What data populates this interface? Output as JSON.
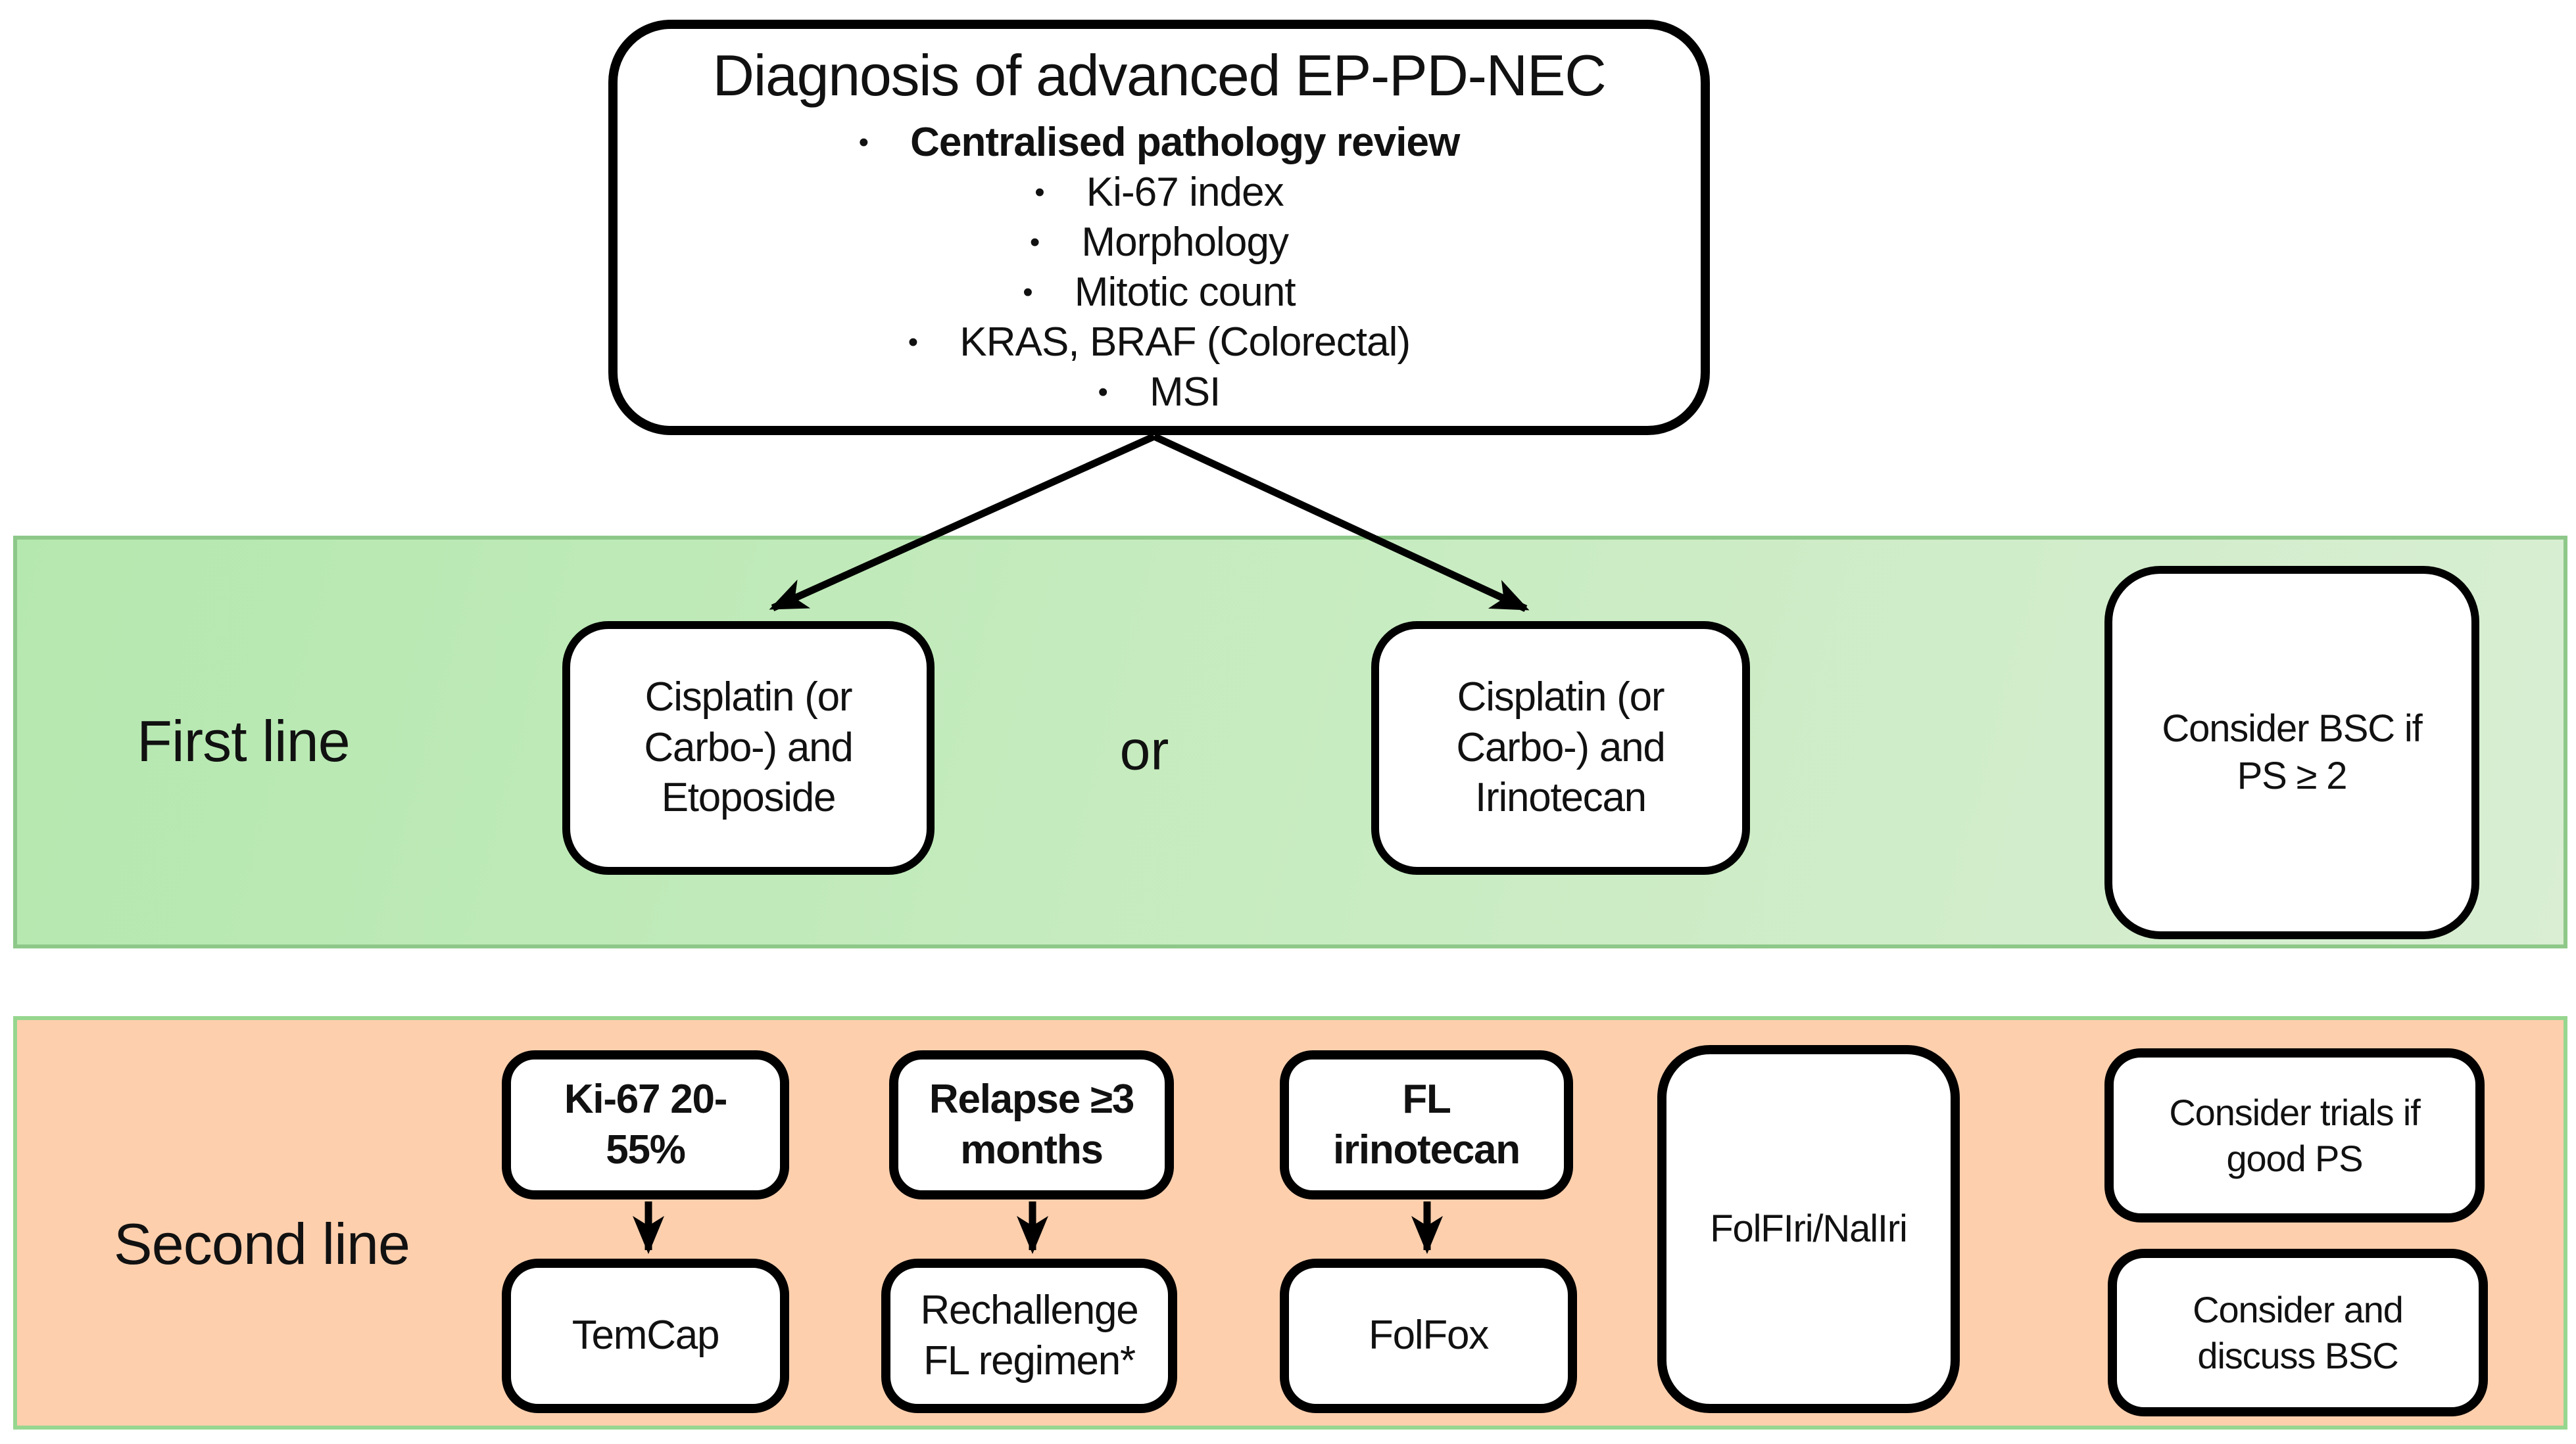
{
  "colors": {
    "band-green-fill-left": "#b5e8af",
    "band-green-fill-right": "#d9eed3",
    "band-green-border": "#8ec889",
    "band-orange-fill": "#fecfad",
    "band-orange-border": "#96d68f",
    "box-fill": "#ffffff",
    "box-border": "#000000",
    "text": "#111111"
  },
  "diagnosis_box": {
    "title": "Diagnosis of advanced EP-PD-NEC",
    "bullet_char": "•",
    "bullets": [
      {
        "text": "Centralised pathology review",
        "bold": true
      },
      {
        "text": "Ki-67 index",
        "bold": false
      },
      {
        "text": "Morphology",
        "bold": false
      },
      {
        "text": "Mitotic count",
        "bold": false
      },
      {
        "text": "KRAS, BRAF (Colorectal)",
        "bold": false
      },
      {
        "text": "MSI",
        "bold": false
      }
    ]
  },
  "first_line": {
    "label": "First line",
    "or_label": "or",
    "option_a": "Cisplatin (or\nCarbo-) and\nEtoposide",
    "option_b": "Cisplatin (or\nCarbo-) and\nIrinotecan",
    "bsc": "Consider BSC if\nPS ≥ 2"
  },
  "second_line": {
    "label": "Second line",
    "columns": [
      {
        "criterion": "Ki-67 20-\n55%",
        "treatment": "TemCap"
      },
      {
        "criterion": "Relapse ≥3\nmonths",
        "treatment": "Rechallenge\nFL regimen*"
      },
      {
        "criterion": "FL\nirinotecan",
        "treatment": "FolFox"
      }
    ],
    "alternative": "FolFIri/NalIri",
    "trials": "Consider trials if\ngood PS",
    "bsc": "Consider and\ndiscuss BSC"
  }
}
